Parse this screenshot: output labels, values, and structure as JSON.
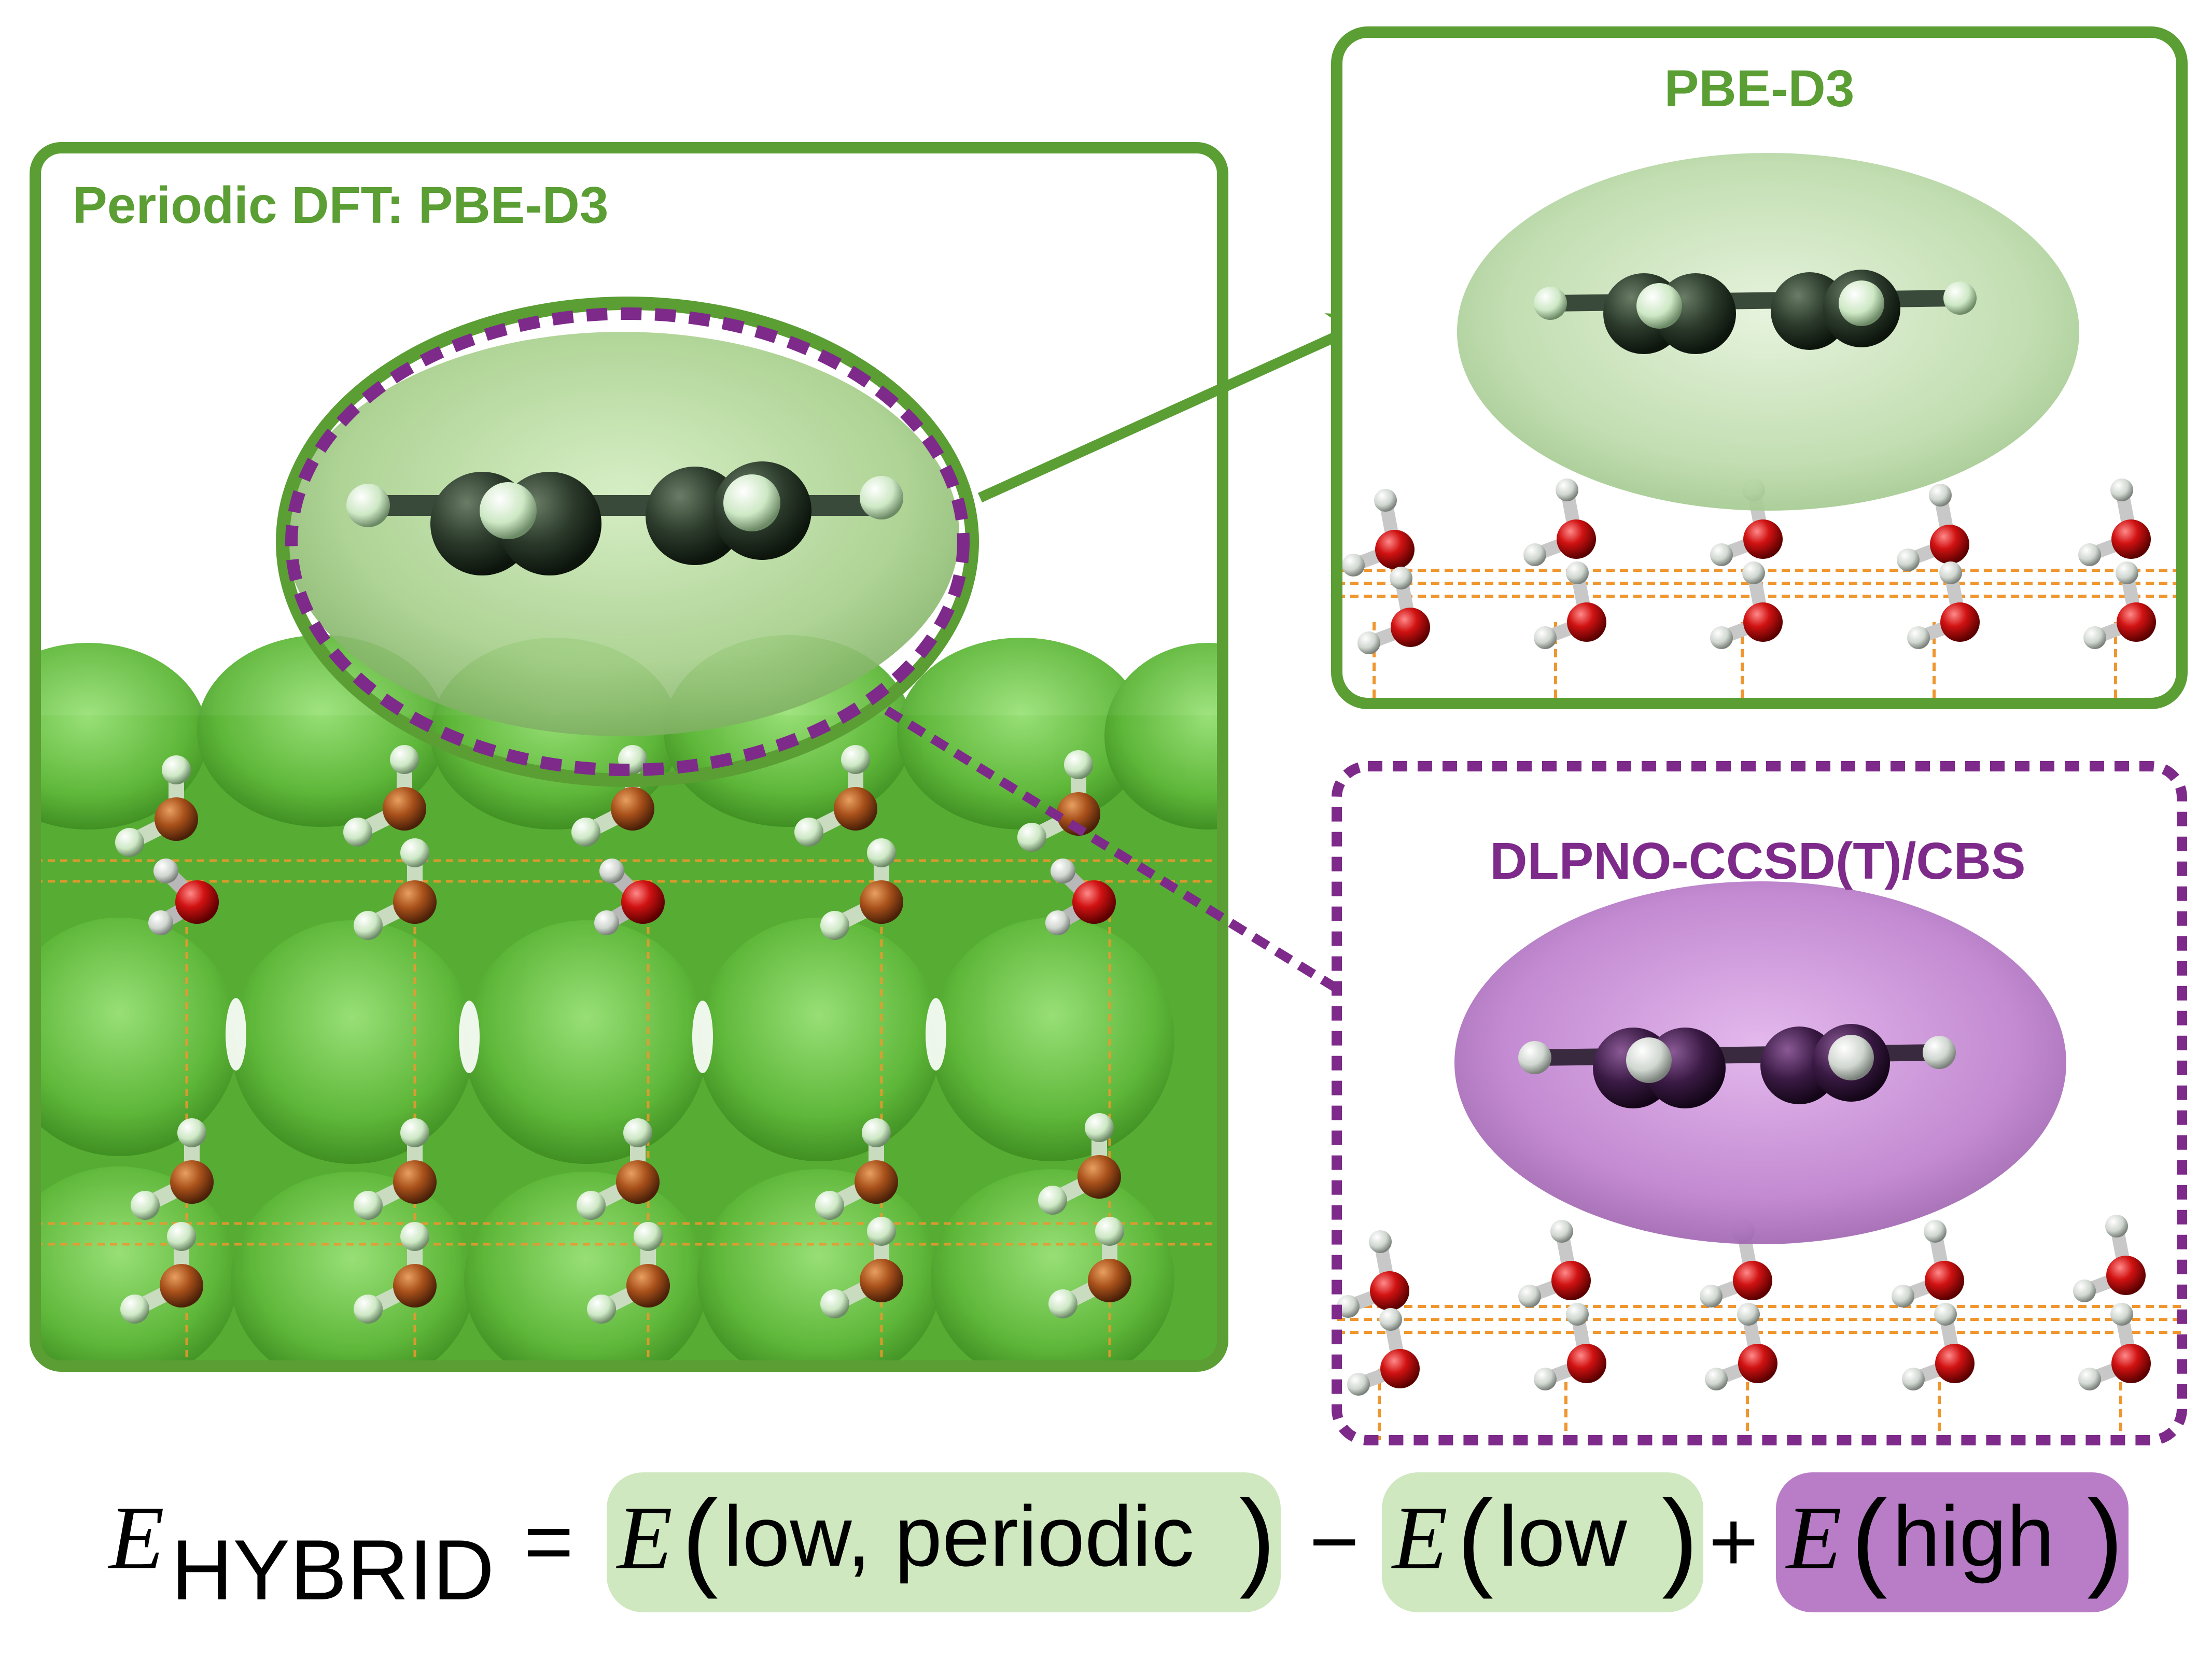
{
  "panels": {
    "left": {
      "title": "Periodic DFT: PBE-D3"
    },
    "top_right": {
      "title": "PBE-D3"
    },
    "bottom_right": {
      "title": "DLPNO-CCSD(T)/CBS"
    }
  },
  "formula": {
    "lhs_symbol": "E",
    "lhs_subscript": "HYBRID",
    "equals": "=",
    "term1": {
      "symbol": "E",
      "open": "(",
      "args": "low, periodic",
      "close": ")"
    },
    "op1": "−",
    "term2": {
      "symbol": "E",
      "open": "(",
      "args": "low",
      "close": ")"
    },
    "op2": "+",
    "term3": {
      "symbol": "E",
      "open": "(",
      "args": "high",
      "close": ")"
    }
  },
  "colors": {
    "green": "#5a9e34",
    "purple": "#7d2a8a",
    "light_green_box": "#cfe8bf",
    "light_purple_box": "#b97dc7",
    "oxygen": "#cc1111",
    "hydrogen": "#e8e8e8",
    "carbon": "#2b3a2b",
    "hbond": "#f0962e"
  }
}
